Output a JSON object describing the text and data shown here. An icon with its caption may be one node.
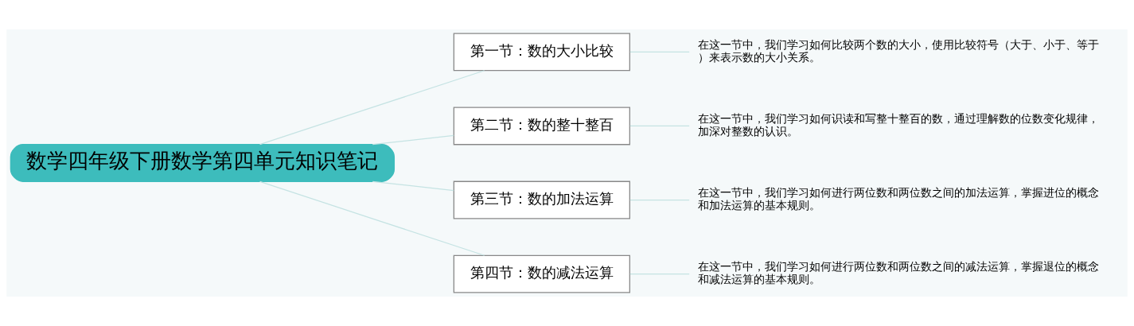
{
  "diagram": {
    "nodes": [
      {
        "text": [
          "数学四年级下册数学第四单元知识笔记"
        ]
      },
      {
        "text": [
          "第一节：数的大小比较"
        ]
      },
      {
        "text": [
          "第二节：数的整十整百"
        ]
      },
      {
        "text": [
          "第三节：数的加法运算"
        ]
      },
      {
        "text": [
          "第四节：数的减法运算"
        ]
      },
      {
        "text": [
          "在这一节中，我们学习如何比较两个数的大小，使用比较符号（大于、小于、等于）来表示数的大小关系。"
        ]
      },
      {
        "text": [
          "在这一节中，我们学习如何识读和写整十整百的数，通过理解数的位数变化规律，加深对整数的认识。"
        ]
      },
      {
        "text": [
          "在这一节中，我们学习如何进行两位数和两位数之间的加法运算，掌握进位的概念和加法运算的基本规则。"
        ]
      },
      {
        "text": [
          "在这一节中，我们学习如何进行两位数和两位数之间的减法运算，掌握退位的概念和减法运算的基本规则。"
        ]
      }
    ],
    "edges": [
      {
        "from": 0,
        "to": 1,
        "arrow": "none"
      },
      {
        "from": 0,
        "to": 2,
        "arrow": "none"
      },
      {
        "from": 0,
        "to": 3,
        "arrow": "none"
      },
      {
        "from": 0,
        "to": 4,
        "arrow": "none"
      },
      {
        "from": 1,
        "to": 5,
        "arrow": "none"
      },
      {
        "from": 2,
        "to": 6,
        "arrow": "none"
      },
      {
        "from": 3,
        "to": 7,
        "arrow": "none"
      },
      {
        "from": 4,
        "to": 8,
        "arrow": "none"
      }
    ]
  }
}
